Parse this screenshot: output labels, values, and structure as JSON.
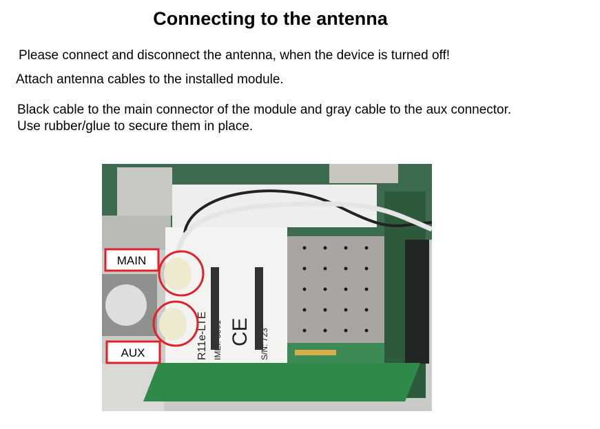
{
  "title": "Connecting to the antenna",
  "paragraphs": [
    "Please connect and disconnect the antenna, when the device is turned off!",
    "Attach antenna cables to the installed module.",
    "Black cable to the main connector of the module and gray cable to the aux connector.",
    "Use rubber/glue to secure them in place."
  ],
  "photo": {
    "labels": {
      "main": "MAIN",
      "aux": "AUX"
    },
    "module_text": {
      "model": "R11e-LTE",
      "imei": "IMEI: 3561",
      "sn": "S/N: 723"
    },
    "colors": {
      "highlight": "#e0202a",
      "pcb": "#2f8a4a"
    }
  }
}
